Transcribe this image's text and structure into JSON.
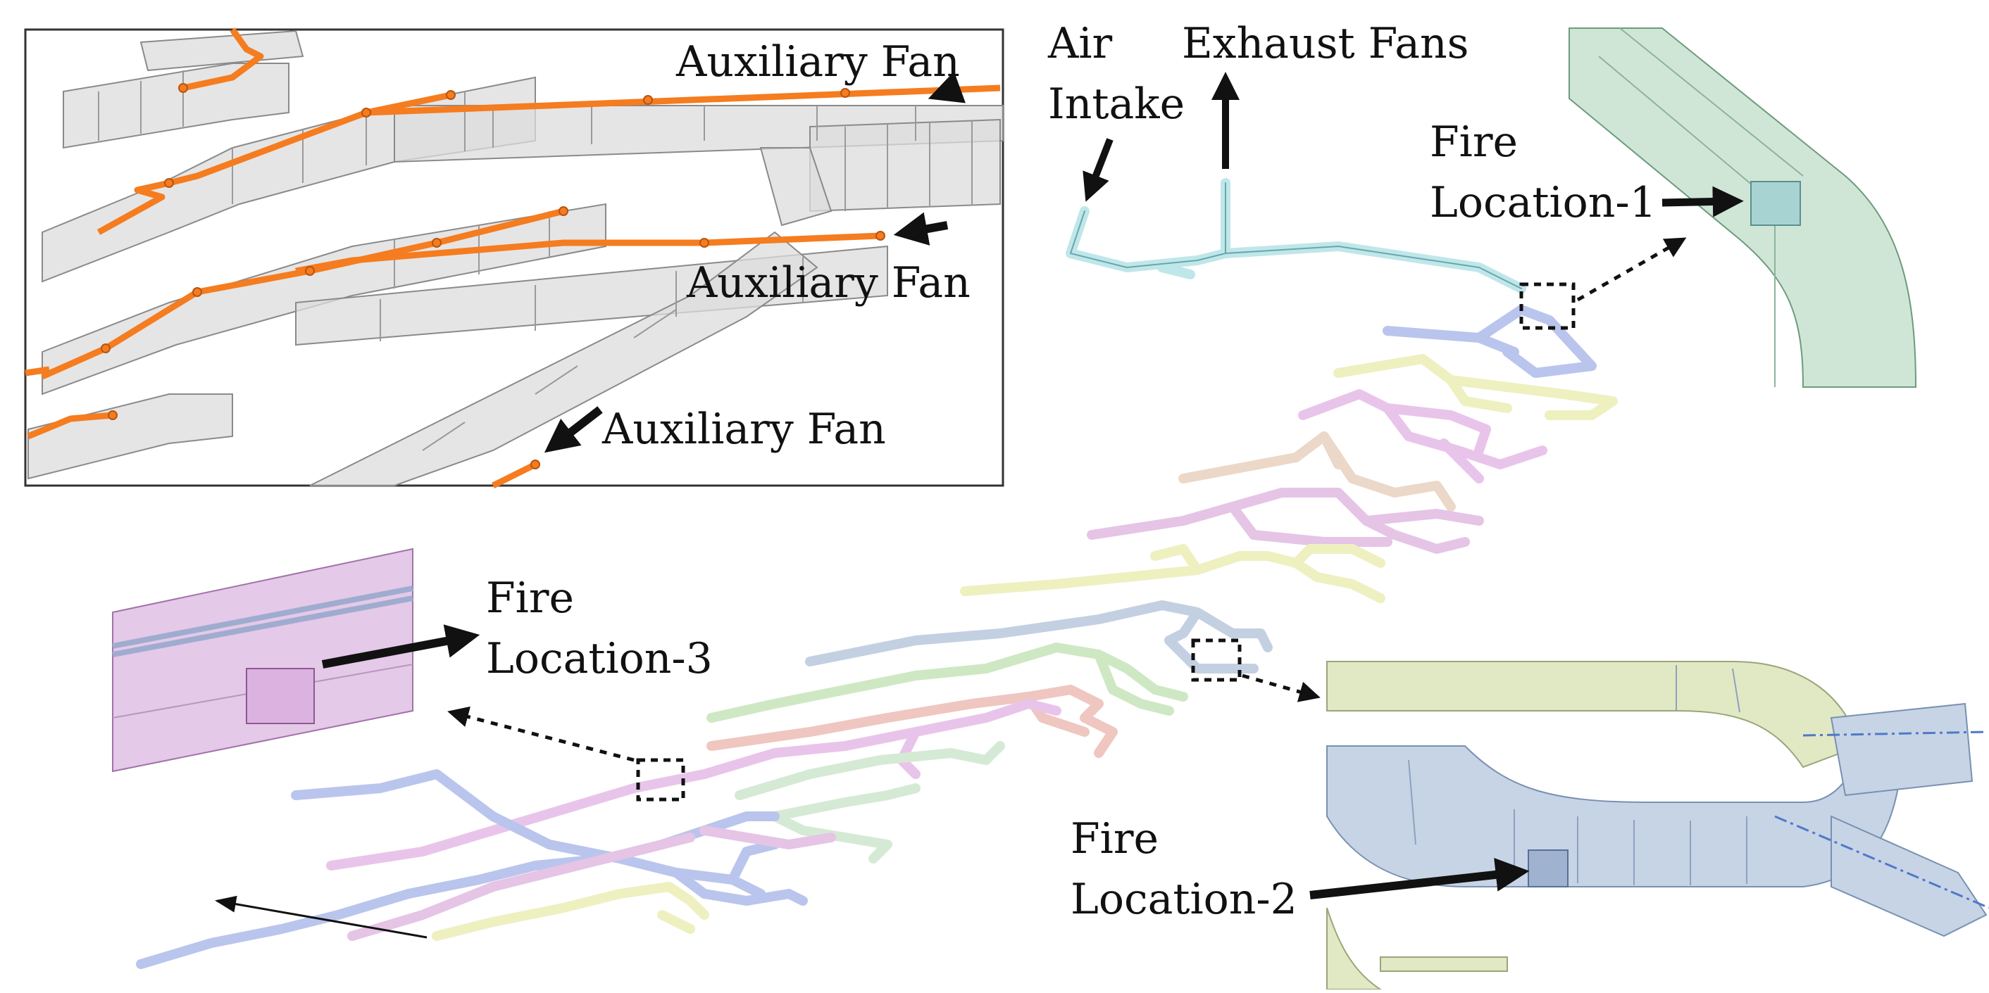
{
  "labels": {
    "auxiliary_fan": "Auxiliary Fan",
    "air": "Air",
    "intake": "Intake",
    "exhaust_fans": "Exhaust Fans",
    "fire": "Fire",
    "location_1": "Location-1",
    "location_2": "Location-2",
    "location_3": "Location-3"
  },
  "colors": {
    "fan_path": "#f57c1f",
    "duct_grey": "#d9d9d9",
    "cyan": "#bfe7ea",
    "blue": "#b9c5ec",
    "yellow": "#eef0c0",
    "magenta": "#e9c4ea",
    "tan": "#ecd8c8",
    "green": "#cfe8c4",
    "salmon": "#efc6c0",
    "steel": "#c3d0e2",
    "pink": "#e5c4e6",
    "mint": "#d5ead5"
  },
  "icons": [
    "arrow-right-icon",
    "arrow-up-icon",
    "arrow-left-icon",
    "dotted-box-icon",
    "fire-box-icon"
  ]
}
